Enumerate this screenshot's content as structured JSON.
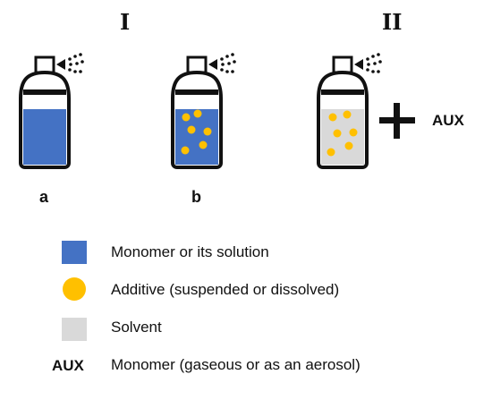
{
  "sections": [
    {
      "roman": "I"
    },
    {
      "roman": "II"
    }
  ],
  "cans": [
    {
      "label": "a",
      "fill": "solution"
    },
    {
      "label": "b",
      "fill": "solution-with-additive"
    },
    {
      "label": "",
      "fill": "solvent-with-additive"
    }
  ],
  "plus_symbol": "+",
  "aux_label": "AUX",
  "legend": [
    {
      "key": "swatch",
      "color": "#4472c4",
      "text": "Monomer or its solution"
    },
    {
      "key": "dot",
      "color": "#ffc000",
      "text": "Additive (suspended or dissolved)"
    },
    {
      "key": "swatch",
      "color": "#d9d9d9",
      "text": "Solvent"
    },
    {
      "key": "AUX",
      "color": "#111111",
      "text": "Monomer (gaseous or as an aerosol)"
    }
  ],
  "colors": {
    "monomer": "#4472c4",
    "additive": "#ffc000",
    "solvent": "#d9d9d9",
    "outline": "#111111"
  }
}
